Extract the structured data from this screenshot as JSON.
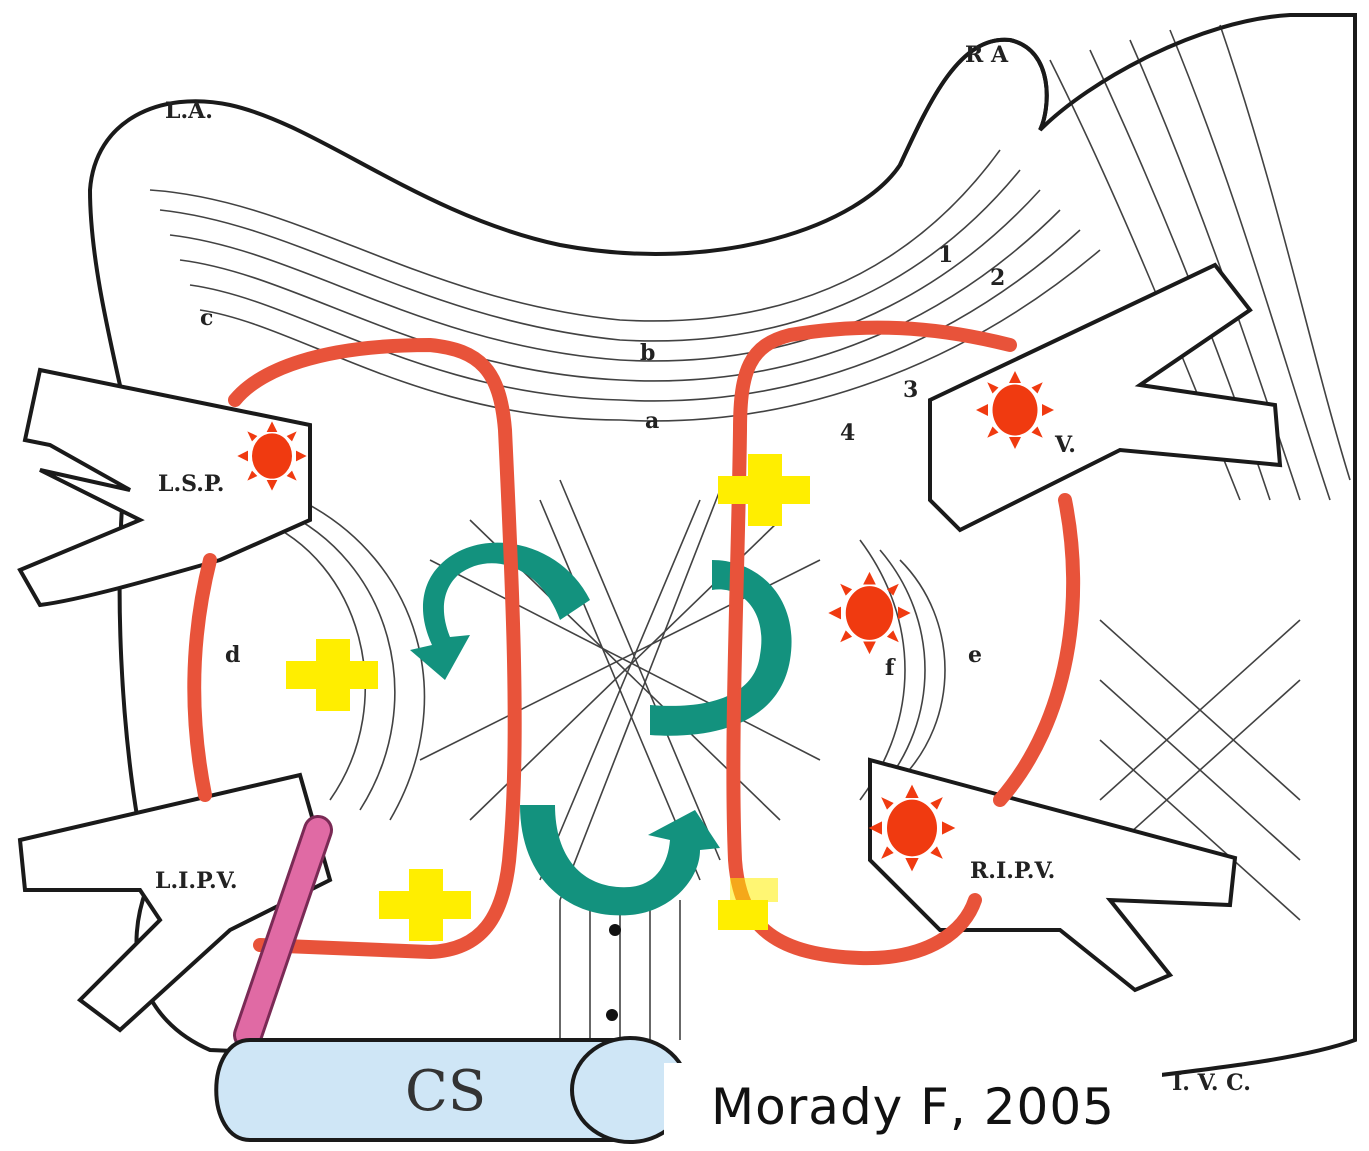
{
  "labels": {
    "la": "L.A.",
    "ra": "R A",
    "lspv": "L.S.P.",
    "rspv": "V.",
    "lipv": "L.I.P.V.",
    "ripv": "R.I.P.V.",
    "ivc": "I. V. C.",
    "cs": "CS",
    "marker_b": "b",
    "marker_a": "a",
    "marker_c": "c",
    "marker_d": "d",
    "marker_e": "e",
    "marker_f": "f",
    "num_1": "1",
    "num_2": "2",
    "num_3": "3",
    "num_4": "4"
  },
  "citation": "Morady F, 2005",
  "colors": {
    "ablation_line": "#e8533a",
    "focal_source": "#f03a10",
    "yellow_marker": "#ffee00",
    "rotation_arrow": "#13927e",
    "coronary_sinus": "#cfe6f6",
    "catheter": "#e06aa4",
    "fiber": "#222222"
  },
  "icons": {
    "focal_source": "starburst-icon",
    "yellow_marker": "plus-icon",
    "rotation": "curved-arrow-icon"
  }
}
